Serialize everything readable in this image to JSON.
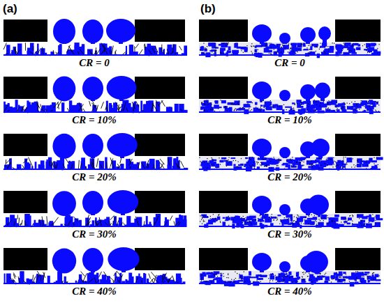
{
  "diagram": {
    "labels": [
      "(a)",
      "(b)",
      "CR = 0",
      "CR = 0",
      "CR = 10%",
      "CR = 10%",
      "CR = 20%",
      "CR = 20%",
      "CR = 30%",
      "CR = 30%",
      "CR = 40%",
      "CR = 40%"
    ]
  }
}
